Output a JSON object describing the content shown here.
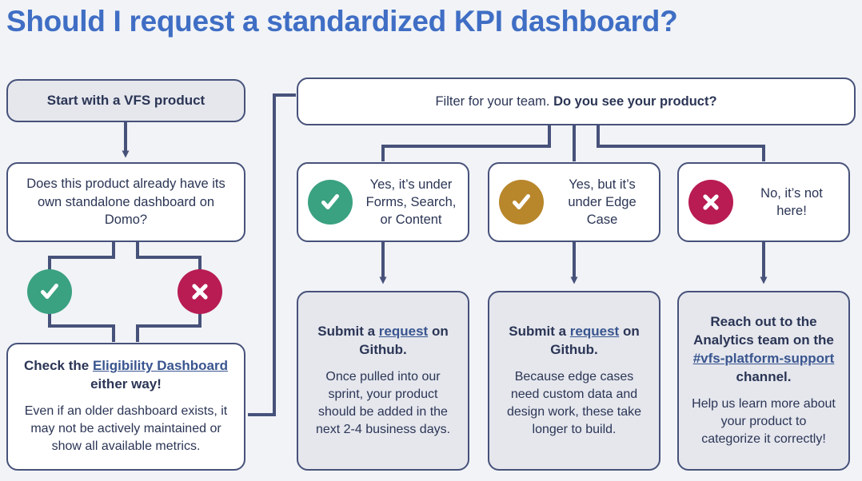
{
  "page": {
    "title": "Should I request a standardized KPI dashboard?",
    "background_color": "#f1f3f7",
    "title_color": "#3f6ec4",
    "line_color": "#47527a",
    "text_color": "#2b3555",
    "link_color": "#39558f"
  },
  "colors": {
    "green": "#3aa181",
    "amber": "#b8862b",
    "crimson": "#b81c52",
    "box_shaded": "#e5e7ed",
    "box_white": "#ffffff"
  },
  "nodes": {
    "start": {
      "label": "Start with a VFS product"
    },
    "question": {
      "label": "Does this product already have its own standalone dashboard on Domo?"
    },
    "eligibility": {
      "line1_before": "Check the ",
      "line1_link": "Eligibility Dashboard",
      "line1_after": " either way!",
      "body": "Even if an older dashboard exists, it may not be actively maintained or show all available metrics."
    },
    "filter": {
      "text_regular": "Filter for your team. ",
      "text_bold": "Do you see your product?"
    }
  },
  "branch_markers": [
    {
      "name": "yes-marker",
      "icon": "check-icon",
      "color": "#3aa181"
    },
    {
      "name": "no-marker",
      "icon": "x-icon",
      "color": "#b81c52"
    }
  ],
  "answers": [
    {
      "icon": "check-icon",
      "color": "#3aa181",
      "label": "Yes, it’s under Forms, Search, or Content"
    },
    {
      "icon": "check-icon",
      "color": "#b8862b",
      "label": "Yes, but it’s under Edge Case"
    },
    {
      "icon": "x-icon",
      "color": "#b81c52",
      "label": "No, it’s not here!"
    }
  ],
  "results": [
    {
      "head_before": "Submit a ",
      "head_link": "request",
      "head_after": " on Github.",
      "body": "Once pulled into our sprint, your product should be added in the next 2-4 business days."
    },
    {
      "head_before": "Submit a ",
      "head_link": "request",
      "head_after": " on Github.",
      "body": "Because edge cases need custom data and design work, these take longer to build."
    },
    {
      "head_before": "Reach out to the Analytics team on the ",
      "head_link": "#vfs-platform-support",
      "head_after": " channel.",
      "body": "Help us  learn more about your product to categorize it correctly!"
    }
  ]
}
